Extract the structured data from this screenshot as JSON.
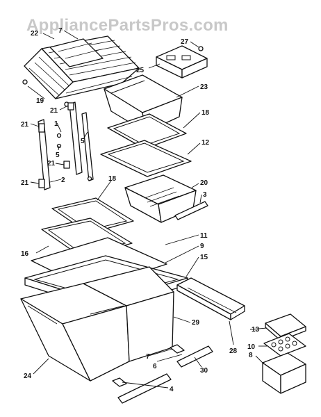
{
  "watermark": "AppliancePartsPros.com",
  "labels": {
    "l22": "22",
    "l7a": "7",
    "l27": "27",
    "l25": "25",
    "l23": "23",
    "l19": "19",
    "l21a": "21",
    "l21b": "21",
    "l1": "1",
    "l5a": "5",
    "l5b": "5",
    "l21c": "21",
    "l21d": "21",
    "l2": "2",
    "l18a": "18",
    "l12": "12",
    "l20": "20",
    "l3": "3",
    "l18b": "18",
    "l11": "11",
    "l16": "16",
    "l9": "9",
    "l15": "15",
    "l29": "29",
    "l13": "13",
    "l10": "10",
    "l8": "8",
    "l28": "28",
    "l24": "24",
    "l7b": "7",
    "l6": "6",
    "l30": "30",
    "l4": "4"
  }
}
